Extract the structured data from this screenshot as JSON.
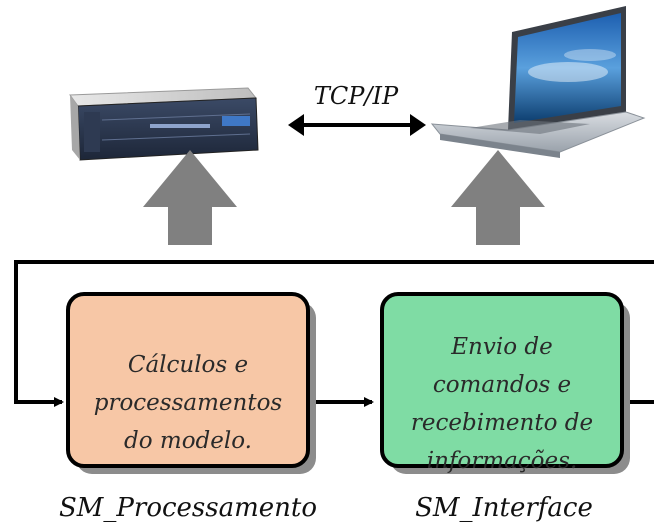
{
  "connection": {
    "protocol_label": "TCP/IP"
  },
  "blocks": [
    {
      "id": "processing",
      "lines": [
        "Cálculos e",
        "processamentos",
        "do modelo."
      ],
      "caption": "SM_Processamento",
      "fill": "#f7c7a6"
    },
    {
      "id": "interface",
      "lines": [
        "Envio de",
        "comandos e",
        "recebimento de",
        "informações."
      ],
      "caption": "SM_Interface",
      "fill": "#7fdca4"
    }
  ],
  "colors": {
    "line": "#000000",
    "up_arrow": "#808080",
    "block_shadow": "#8c8c8c"
  }
}
